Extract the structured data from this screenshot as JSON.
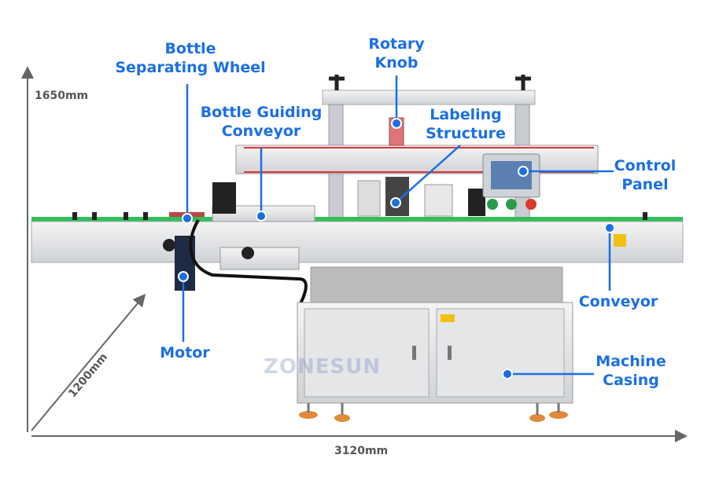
{
  "labels": {
    "bottle_separating_wheel": [
      "Bottle",
      "Separating Wheel"
    ],
    "bottle_guiding_conveyor": [
      "Bottle Guiding",
      "Conveyor"
    ],
    "rotary_knob": [
      "Rotary",
      "Knob"
    ],
    "labeling_structure": [
      "Labeling",
      "Structure"
    ],
    "control_panel": [
      "Control",
      "Panel"
    ],
    "conveyor": "Conveyor",
    "machine_casing": [
      "Machine",
      "Casing"
    ],
    "motor": "Motor"
  },
  "dimensions": {
    "height": "1650mm",
    "depth": "1200mm",
    "width": "3120mm"
  },
  "watermark": "ZONESUN",
  "colors": {
    "label": "#1b6fe3",
    "dimension": "#555555",
    "conveyor_belt": "#2fbf5a"
  }
}
